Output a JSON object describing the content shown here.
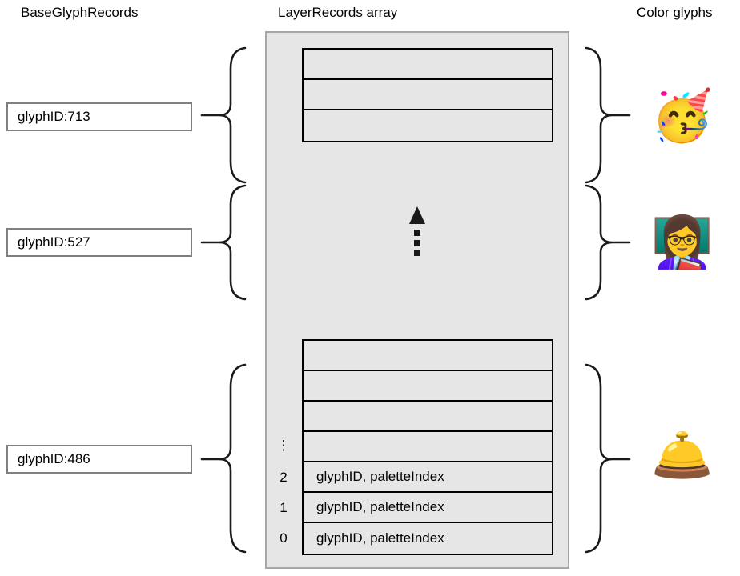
{
  "headings": {
    "base": "BaseGlyphRecords",
    "layer": "LayerRecords array",
    "color": "Color glyphs"
  },
  "base_glyph_records": [
    {
      "label": "glyphID:713"
    },
    {
      "label": "glyphID:527"
    },
    {
      "label": "glyphID:486"
    }
  ],
  "layer_records": {
    "top_group": {
      "rows": [
        {
          "index": "",
          "text": ""
        },
        {
          "index": "",
          "text": ""
        },
        {
          "index": "",
          "text": ""
        }
      ]
    },
    "middle": {
      "arrow_icon": "dotted-up-arrow-icon"
    },
    "bottom_group": {
      "rows": [
        {
          "index": "",
          "text": ""
        },
        {
          "index": "",
          "text": ""
        },
        {
          "index": "",
          "text": ""
        },
        {
          "index": "⋮",
          "text": ""
        },
        {
          "index": "2",
          "text": "glyphID, paletteIndex"
        },
        {
          "index": "1",
          "text": "glyphID, paletteIndex"
        },
        {
          "index": "0",
          "text": "glyphID, paletteIndex"
        }
      ]
    }
  },
  "color_glyphs": [
    {
      "name": "partying-face-emoji",
      "glyph": "🥳"
    },
    {
      "name": "woman-teacher-emoji",
      "glyph": "👩‍🏫"
    },
    {
      "name": "bellhop-bell-emoji",
      "glyph": "🛎️"
    }
  ],
  "colors": {
    "container_fill": "#e6e6e6",
    "container_border": "#a6a6a6",
    "box_border": "#808080",
    "table_border": "#000000",
    "page_background": "#ffffff"
  }
}
